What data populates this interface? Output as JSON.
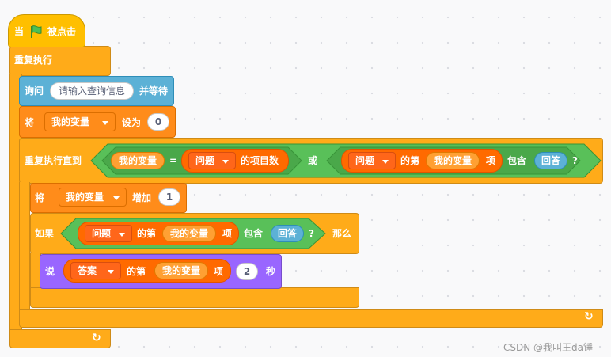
{
  "hat": {
    "when_label": "当",
    "clicked_label": "被点击"
  },
  "forever": {
    "label": "重复执行"
  },
  "ask": {
    "label": "询问",
    "prompt": "请输入查询信息",
    "wait_label": "并等待"
  },
  "set1": {
    "label": "将",
    "variable": "我的变量",
    "to_label": "设为",
    "value": "0"
  },
  "repeat_until": {
    "label": "重复执行直到",
    "left_var": "我的变量",
    "equals": "=",
    "list_name": "问题",
    "length_label": "的项目数",
    "or_label": "或",
    "list2_name": "问题",
    "item_of_label": "的第",
    "index_var": "我的变量",
    "item_label": "项",
    "contains_label": "包含",
    "answer_label": "回答",
    "q_mark": "?"
  },
  "change1": {
    "label": "将",
    "variable": "我的变量",
    "by_label": "增加",
    "value": "1"
  },
  "if_block": {
    "label": "如果",
    "list_name": "问题",
    "item_of_label": "的第",
    "index_var": "我的变量",
    "item_label": "项",
    "contains_label": "包含",
    "answer_label": "回答",
    "q_mark": "?",
    "then_label": "那么"
  },
  "say": {
    "label": "说",
    "list_name": "答案",
    "item_of_label": "的第",
    "index_var": "我的变量",
    "item_label": "项",
    "secs_value": "2",
    "secs_label": "秒"
  },
  "loop_arrow": "↻",
  "watermark": "CSDN @我叫王da锤",
  "colors": {
    "events": "#ffbf00",
    "control": "#ffab19",
    "variables": "#ff8c1a",
    "sensing": "#5cb1d6",
    "looks": "#9966ff",
    "operators": "#59c059",
    "lists": "#ff661a"
  }
}
